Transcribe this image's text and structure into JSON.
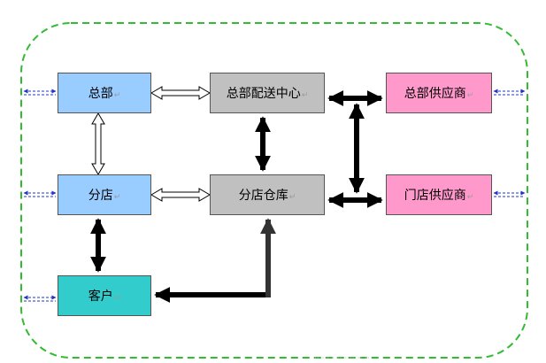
{
  "diagram": {
    "nodes": {
      "hq": {
        "label": "总部",
        "color": "#99ccff"
      },
      "hq_distribution_center": {
        "label": "总部配送中心",
        "color": "#c0c0c0"
      },
      "hq_supplier": {
        "label": "总部供应商",
        "color": "#ff99cc"
      },
      "branch": {
        "label": "分店",
        "color": "#99ccff"
      },
      "branch_warehouse": {
        "label": "分店仓库",
        "color": "#c0c0c0"
      },
      "store_supplier": {
        "label": "门店供应商",
        "color": "#ff99cc"
      },
      "customer": {
        "label": "客户",
        "color": "#33cccc"
      }
    },
    "paragraph_mark": "↵",
    "boundary": {
      "style": "dashed",
      "color": "#33bb33"
    },
    "edges": [
      {
        "from": "hq",
        "to": "hq_distribution_center",
        "style": "hollow-double-arrow"
      },
      {
        "from": "hq",
        "to": "branch",
        "style": "hollow-double-arrow"
      },
      {
        "from": "branch",
        "to": "branch_warehouse",
        "style": "hollow-double-arrow"
      },
      {
        "from": "hq_distribution_center",
        "to": "hq_supplier",
        "style": "solid-double-arrow"
      },
      {
        "from": "hq_distribution_center",
        "to": "branch_warehouse",
        "style": "solid-double-arrow"
      },
      {
        "from": "branch_warehouse",
        "to": "store_supplier",
        "style": "solid-double-arrow"
      },
      {
        "from": "hq_supplier",
        "to": "store_supplier",
        "style": "solid-double-arrow"
      },
      {
        "from": "branch",
        "to": "customer",
        "style": "solid-double-arrow"
      },
      {
        "from": "branch_warehouse",
        "to": "customer",
        "style": "solid-single-arrow",
        "colors": [
          "#000000",
          "#333333"
        ]
      }
    ],
    "external_links_style": "blue-dashed-double-arrow",
    "external_links_color": "#2233cc"
  },
  "footer_note": "·· ··· · ·· ···· ·· ··"
}
